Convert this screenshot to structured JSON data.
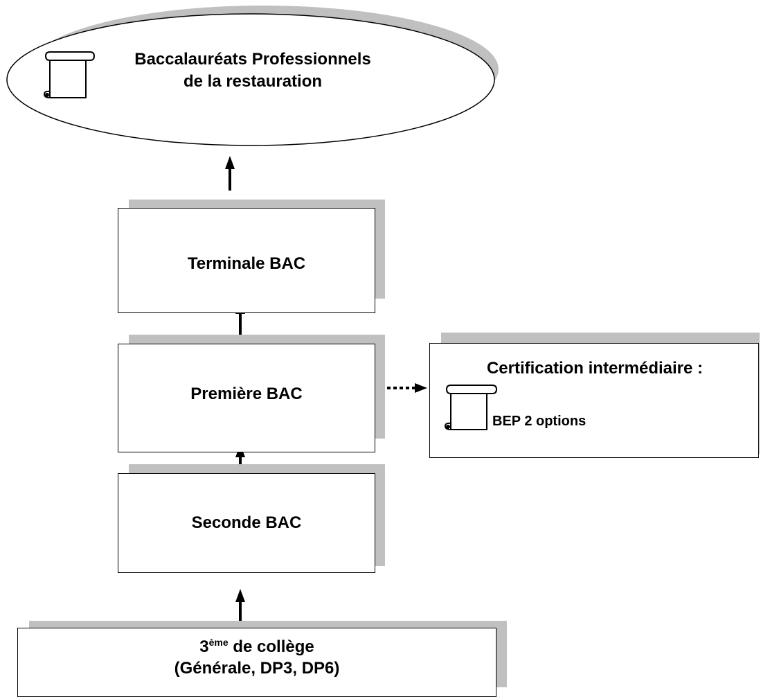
{
  "diagram": {
    "top": {
      "line1": "Baccalauréats Professionnels",
      "line2": "de la restauration"
    },
    "terminale": "Terminale BAC",
    "premiere": "Première BAC",
    "seconde": "Seconde BAC",
    "college": {
      "grade_num": "3",
      "grade_sup": "ème",
      "grade_rest": " de collège",
      "line2": "(Générale, DP3, DP6)"
    },
    "certification": {
      "title": "Certification intermédiaire :",
      "item": "BEP 2 options"
    }
  }
}
